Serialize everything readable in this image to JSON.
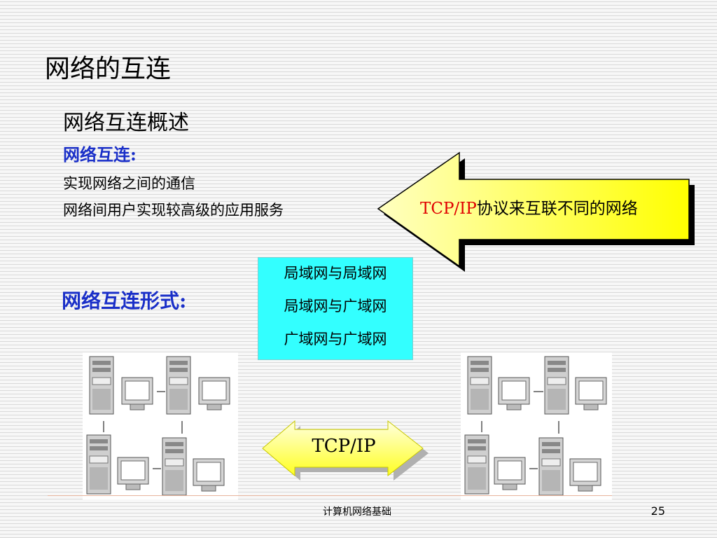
{
  "slide": {
    "title": "网络的互连",
    "subtitle": "网络互连概述",
    "definition_heading": "网络互连:",
    "definition_lines": [
      "实现网络之间的通信",
      "网络间用户实现较高级的应用服务"
    ],
    "forms_heading": "网络互连形式:",
    "forms": [
      "局域网与局域网",
      "局域网与广域网",
      "广域网与广域网"
    ]
  },
  "callout": {
    "highlight": "TCP/IP",
    "text": "协议来互联不同的网络",
    "highlight_color": "#e00000"
  },
  "diagram": {
    "protocol_label": "TCP/IP",
    "icons": [
      "server-tower-icon",
      "monitor-icon"
    ]
  },
  "footer": {
    "text": "计算机网络基础",
    "page_number": "25"
  },
  "colors": {
    "heading_blue": "#1a2fc8",
    "forms_box": "#33ffff",
    "arrow_gradient_start": "#ffffa8",
    "arrow_gradient_end": "#ffff00"
  }
}
